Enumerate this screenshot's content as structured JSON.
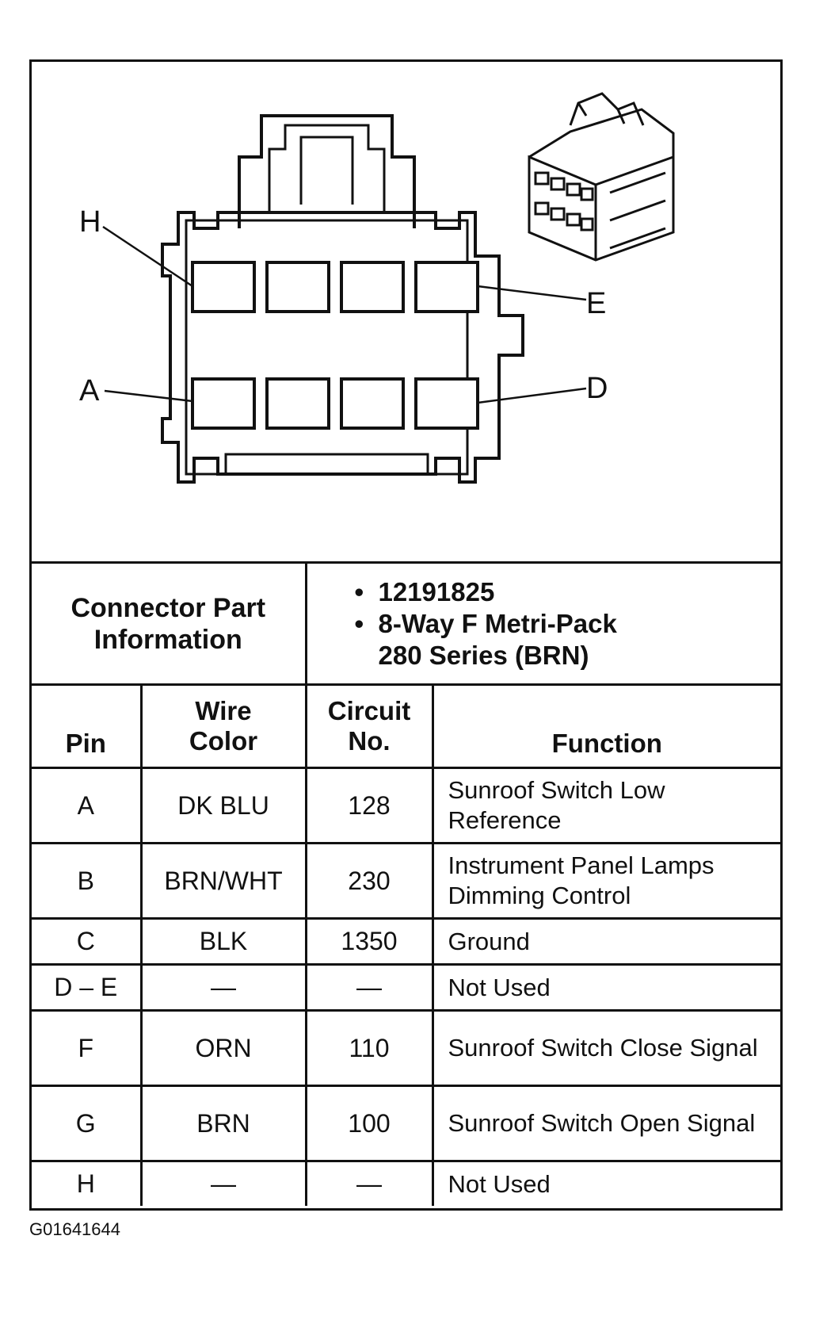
{
  "labels": {
    "h": "H",
    "e": "E",
    "a": "A",
    "d": "D"
  },
  "part": {
    "heading": "Connector Part Information",
    "bullets": [
      "12191825",
      "8-Way F Metri-Pack 280 Series (BRN)"
    ]
  },
  "table": {
    "headers": {
      "pin": "Pin",
      "wire_color": "Wire Color",
      "circuit": "Circuit No.",
      "function": "Function"
    },
    "rows": [
      {
        "pin": "A",
        "color": "DK BLU",
        "circuit": "128",
        "function": "Sunroof Switch Low Reference"
      },
      {
        "pin": "B",
        "color": "BRN/WHT",
        "circuit": "230",
        "function": "Instrument Panel Lamps Dimming Control"
      },
      {
        "pin": "C",
        "color": "BLK",
        "circuit": "1350",
        "function": "Ground"
      },
      {
        "pin": "D – E",
        "color": "—",
        "circuit": "—",
        "function": "Not Used"
      },
      {
        "pin": "F",
        "color": "ORN",
        "circuit": "110",
        "function": "Sunroof Switch Close Signal"
      },
      {
        "pin": "G",
        "color": "BRN",
        "circuit": "100",
        "function": "Sunroof Switch Open Signal"
      },
      {
        "pin": "H",
        "color": "—",
        "circuit": "—",
        "function": "Not Used"
      }
    ]
  },
  "figure_id": "G01641644"
}
